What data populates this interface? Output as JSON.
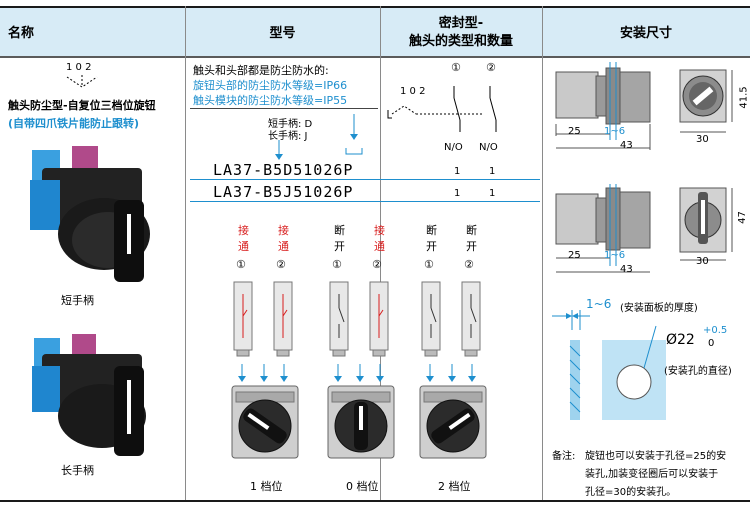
{
  "headers": {
    "name": "名称",
    "model": "型号",
    "seal_line1": "密封型-",
    "seal_line2": "触头的类型和数量",
    "dims": "安装尺寸"
  },
  "name_col": {
    "position_symbol": "1 0 2",
    "desc_line1": "触头防尘型-自复位三档位旋钮",
    "desc_line2": "(自带四爪铁片能防止跟转)",
    "short_label": "短手柄",
    "long_label": "长手柄"
  },
  "model_col": {
    "intro": "触头和头部都是防尘防水的:",
    "ip66": "旋钮头部的防尘防水等级=IP66",
    "ip55": "触头模块的防尘防水等级=IP55",
    "short_code": "短手柄: D",
    "long_code": "长手柄: J",
    "models": [
      "LA37-B5D51026P",
      "LA37-B5J51026P"
    ]
  },
  "seal_col": {
    "contacts": [
      "①",
      "②"
    ],
    "position_symbol": "1 0 2",
    "contact_types": [
      "N/O",
      "N/O"
    ],
    "counts": [
      [
        "1",
        "1"
      ],
      [
        "1",
        "1"
      ]
    ]
  },
  "positions": [
    {
      "c1_a": "接",
      "c1_b": "通",
      "c2_a": "接",
      "c2_b": "通",
      "label": "1 档位",
      "c1_red": true,
      "c2_red": true
    },
    {
      "c1_a": "断",
      "c1_b": "开",
      "c2_a": "接",
      "c2_b": "通",
      "label": "0 档位",
      "c1_red": false,
      "c2_red": true
    },
    {
      "c1_a": "断",
      "c1_b": "开",
      "c2_a": "断",
      "c2_b": "开",
      "label": "2 档位",
      "c1_red": false,
      "c2_red": false
    }
  ],
  "contact_numbers": [
    "①",
    "②"
  ],
  "dims_col": {
    "top": {
      "d25": "25",
      "d43": "43",
      "d16": "1~6",
      "d30": "30",
      "d415": "41.5"
    },
    "bottom": {
      "d25": "25",
      "d43": "43",
      "d16": "1~6",
      "d30": "30",
      "d47": "47"
    },
    "panel_label": "1~6",
    "panel_note": "(安装面板的厚度)",
    "hole_diam": "Ø22",
    "tol_plus": "+0.5",
    "tol_zero": "0",
    "hole_note": "(安装孔的直径)",
    "note_prefix": "备注:",
    "note_line1": "旋钮也可以安装于孔径=25的安",
    "note_line2": "装孔,加装变径圈后可以安装于",
    "note_line3": "孔径=30的安装孔。"
  },
  "colors": {
    "header_bg": "#d7ebf6",
    "accent": "#1e8fce",
    "on": "#d81e1e"
  }
}
